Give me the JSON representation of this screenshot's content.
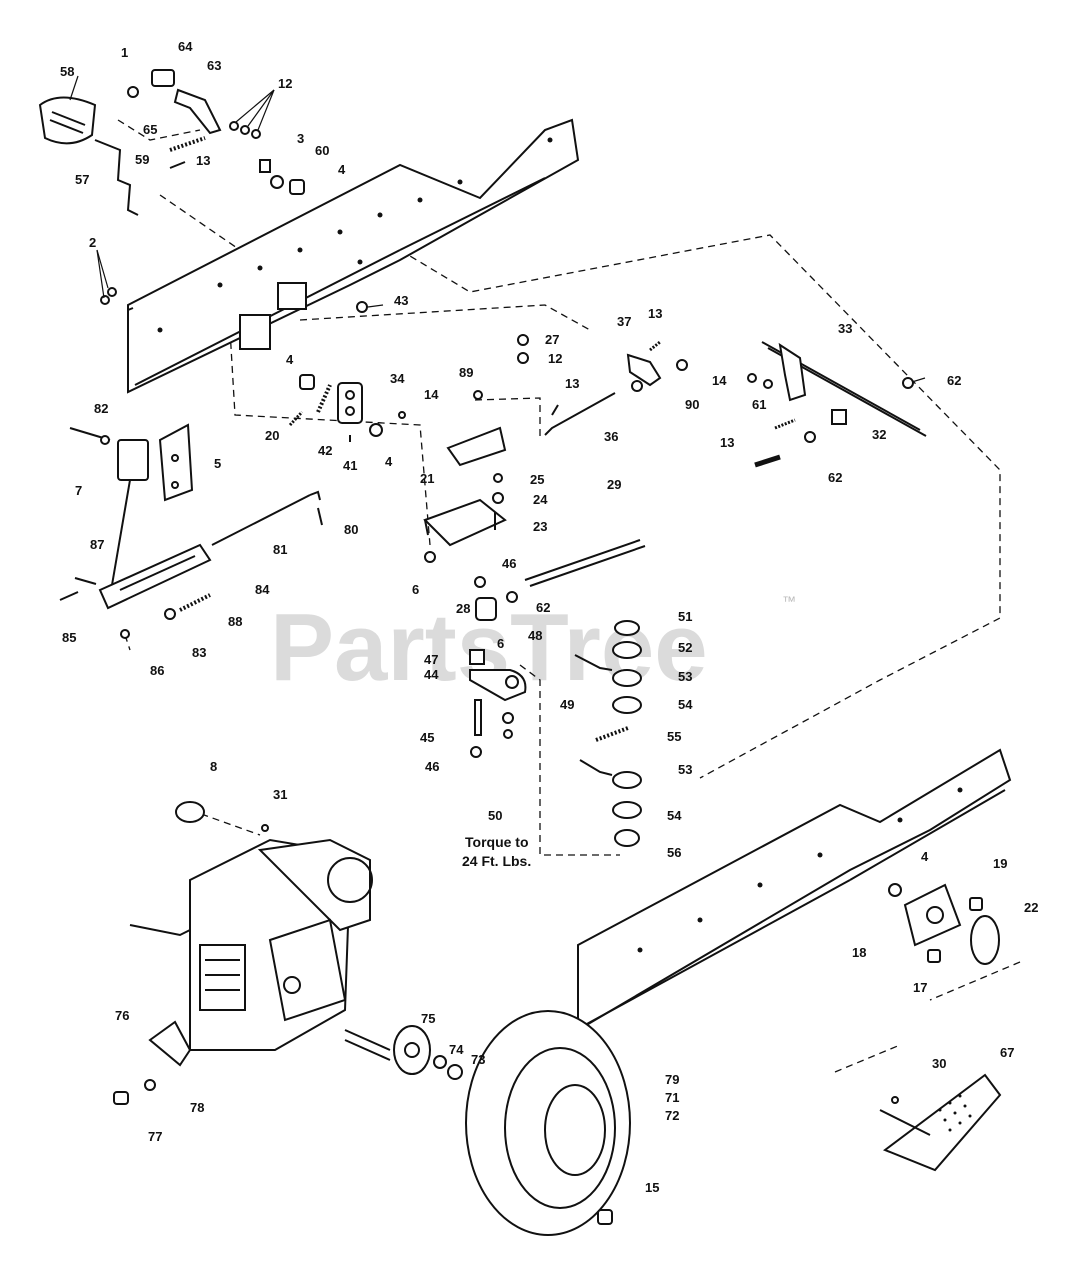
{
  "watermark": {
    "text": "PartsTree",
    "trademark": "™"
  },
  "note": {
    "line1": "Torque to",
    "line2": "24 Ft. Lbs."
  },
  "callouts": [
    {
      "id": "c58",
      "label": "58"
    },
    {
      "id": "c1",
      "label": "1"
    },
    {
      "id": "c64",
      "label": "64"
    },
    {
      "id": "c63",
      "label": "63"
    },
    {
      "id": "c12a",
      "label": "12"
    },
    {
      "id": "c65",
      "label": "65"
    },
    {
      "id": "c59",
      "label": "59"
    },
    {
      "id": "c13a",
      "label": "13"
    },
    {
      "id": "c57",
      "label": "57"
    },
    {
      "id": "c3",
      "label": "3"
    },
    {
      "id": "c60",
      "label": "60"
    },
    {
      "id": "c4a",
      "label": "4"
    },
    {
      "id": "c2",
      "label": "2"
    },
    {
      "id": "c43",
      "label": "43"
    },
    {
      "id": "c27",
      "label": "27"
    },
    {
      "id": "c12b",
      "label": "12"
    },
    {
      "id": "c37",
      "label": "37"
    },
    {
      "id": "c13b",
      "label": "13"
    },
    {
      "id": "c33",
      "label": "33"
    },
    {
      "id": "c89",
      "label": "89"
    },
    {
      "id": "c13c",
      "label": "13"
    },
    {
      "id": "c90",
      "label": "90"
    },
    {
      "id": "c14a",
      "label": "14"
    },
    {
      "id": "c61",
      "label": "61"
    },
    {
      "id": "c62a",
      "label": "62"
    },
    {
      "id": "c4b",
      "label": "4"
    },
    {
      "id": "c34",
      "label": "34"
    },
    {
      "id": "c14b",
      "label": "14"
    },
    {
      "id": "c82",
      "label": "82"
    },
    {
      "id": "c36",
      "label": "36"
    },
    {
      "id": "c13d",
      "label": "13"
    },
    {
      "id": "c32",
      "label": "32"
    },
    {
      "id": "c5",
      "label": "5"
    },
    {
      "id": "c20",
      "label": "20"
    },
    {
      "id": "c42",
      "label": "42"
    },
    {
      "id": "c41",
      "label": "41"
    },
    {
      "id": "c4c",
      "label": "4"
    },
    {
      "id": "c21",
      "label": "21"
    },
    {
      "id": "c25",
      "label": "25"
    },
    {
      "id": "c62b",
      "label": "62"
    },
    {
      "id": "c7",
      "label": "7"
    },
    {
      "id": "c24",
      "label": "24"
    },
    {
      "id": "c29",
      "label": "29"
    },
    {
      "id": "c80",
      "label": "80"
    },
    {
      "id": "c23",
      "label": "23"
    },
    {
      "id": "c81",
      "label": "81"
    },
    {
      "id": "c87",
      "label": "87"
    },
    {
      "id": "c6a",
      "label": "6"
    },
    {
      "id": "c46a",
      "label": "46"
    },
    {
      "id": "c84",
      "label": "84"
    },
    {
      "id": "c28",
      "label": "28"
    },
    {
      "id": "c62c",
      "label": "62"
    },
    {
      "id": "c51",
      "label": "51"
    },
    {
      "id": "c85",
      "label": "85"
    },
    {
      "id": "c88",
      "label": "88"
    },
    {
      "id": "c6b",
      "label": "6"
    },
    {
      "id": "c48",
      "label": "48"
    },
    {
      "id": "c52",
      "label": "52"
    },
    {
      "id": "c83",
      "label": "83"
    },
    {
      "id": "c86",
      "label": "86"
    },
    {
      "id": "c47",
      "label": "47"
    },
    {
      "id": "c44",
      "label": "44"
    },
    {
      "id": "c53a",
      "label": "53"
    },
    {
      "id": "c49",
      "label": "49"
    },
    {
      "id": "c54a",
      "label": "54"
    },
    {
      "id": "c45",
      "label": "45"
    },
    {
      "id": "c55",
      "label": "55"
    },
    {
      "id": "c46b",
      "label": "46"
    },
    {
      "id": "c53b",
      "label": "53"
    },
    {
      "id": "c50",
      "label": "50"
    },
    {
      "id": "c8",
      "label": "8"
    },
    {
      "id": "c31",
      "label": "31"
    },
    {
      "id": "c54b",
      "label": "54"
    },
    {
      "id": "c56",
      "label": "56"
    },
    {
      "id": "c4d",
      "label": "4"
    },
    {
      "id": "c19",
      "label": "19"
    },
    {
      "id": "c22",
      "label": "22"
    },
    {
      "id": "c18",
      "label": "18"
    },
    {
      "id": "c17",
      "label": "17"
    },
    {
      "id": "c76",
      "label": "76"
    },
    {
      "id": "c75",
      "label": "75"
    },
    {
      "id": "c74",
      "label": "74"
    },
    {
      "id": "c73",
      "label": "73"
    },
    {
      "id": "c79",
      "label": "79"
    },
    {
      "id": "c71",
      "label": "71"
    },
    {
      "id": "c72",
      "label": "72"
    },
    {
      "id": "c30",
      "label": "30"
    },
    {
      "id": "c67",
      "label": "67"
    },
    {
      "id": "c78",
      "label": "78"
    },
    {
      "id": "c77",
      "label": "77"
    },
    {
      "id": "c15",
      "label": "15"
    }
  ]
}
